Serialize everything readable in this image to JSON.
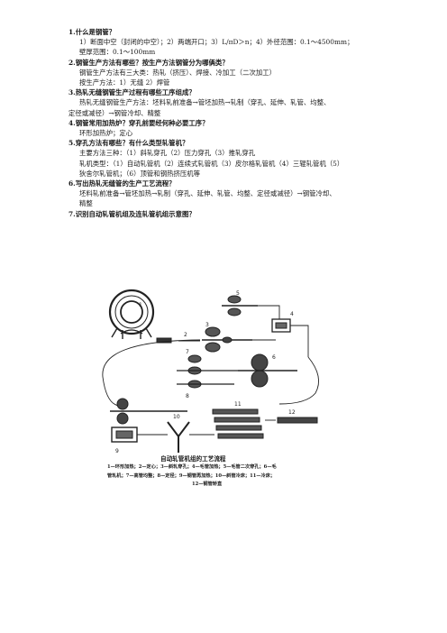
{
  "document": {
    "lines": [
      {
        "kind": "question",
        "text": "1.什么是钢管？"
      },
      {
        "kind": "answer",
        "text": "1）断面中空（封闭的中空）；2）两端开口；3）L/πD＞n；4）外径范围：0.1～4500mm；"
      },
      {
        "kind": "answer",
        "text": "壁厚范围：0.1～100mm"
      },
      {
        "kind": "question",
        "text": "2.钢管生产方法有哪些？按生产方法钢管分为哪俩类？"
      },
      {
        "kind": "answer",
        "text": "钢管生产方法有三大类：热轧（挤压）、焊接、冷加工（二次加工）"
      },
      {
        "kind": "answer",
        "text": "按生产方法：1）无缝 2）焊管"
      },
      {
        "kind": "question",
        "text": "3.热轧无缝钢管生产过程有哪些工序组成？"
      },
      {
        "kind": "answer",
        "text": "热轧无缝钢管生产方法：坯料轧前准备→管坯加热→轧制（穿孔、延伸、轧管、均整、"
      },
      {
        "kind": "answer2",
        "text": "定径或减径）→钢管冷却、精整"
      },
      {
        "kind": "question",
        "text": "4.钢管常用加热炉？穿孔前要经何种必要工序？"
      },
      {
        "kind": "answer",
        "text": "环形加热炉；定心"
      },
      {
        "kind": "question",
        "text": "5.穿孔方法有哪些？有什么类型轧管机？"
      },
      {
        "kind": "answer",
        "text": "主要方法三种：（1）斜轧穿孔（2）压力穿孔（3）推轧穿孔"
      },
      {
        "kind": "answer",
        "text": "轧机类型：（1）自动轧管机（2）连续式轧管机（3）皮尔格轧管机（4）三辊轧管机（5）"
      },
      {
        "kind": "answer",
        "text": "狄舍尔轧管机；（6）顶管和钢热挤压机等"
      },
      {
        "kind": "question",
        "text": "6.写出热轧无缝管的生产工艺流程？"
      },
      {
        "kind": "answer",
        "text": "坯料轧前准备→管坯加热→轧制（穿孔、延伸、轧管、均整、定径或减径）→钢管冷却、"
      },
      {
        "kind": "answer",
        "text": "精整"
      },
      {
        "kind": "question",
        "text": "7.识别自动轧管机组及连轧管机组示意图？"
      }
    ]
  },
  "figure": {
    "labels": [
      "1",
      "2",
      "3",
      "4",
      "5",
      "6",
      "7",
      "8",
      "9",
      "10",
      "11",
      "12"
    ],
    "caption": "自动轧管机组的工艺流程",
    "legend": [
      "1—环形加热；2—定心；3—斜轧穿孔；4—毛管加热；5—毛管二次穿孔；6—毛",
      "管轧机；7—高管均整；8—定径；9—钢管再加热；10—斜管冷床；11—冷床；",
      "12—钢管矫直"
    ]
  }
}
